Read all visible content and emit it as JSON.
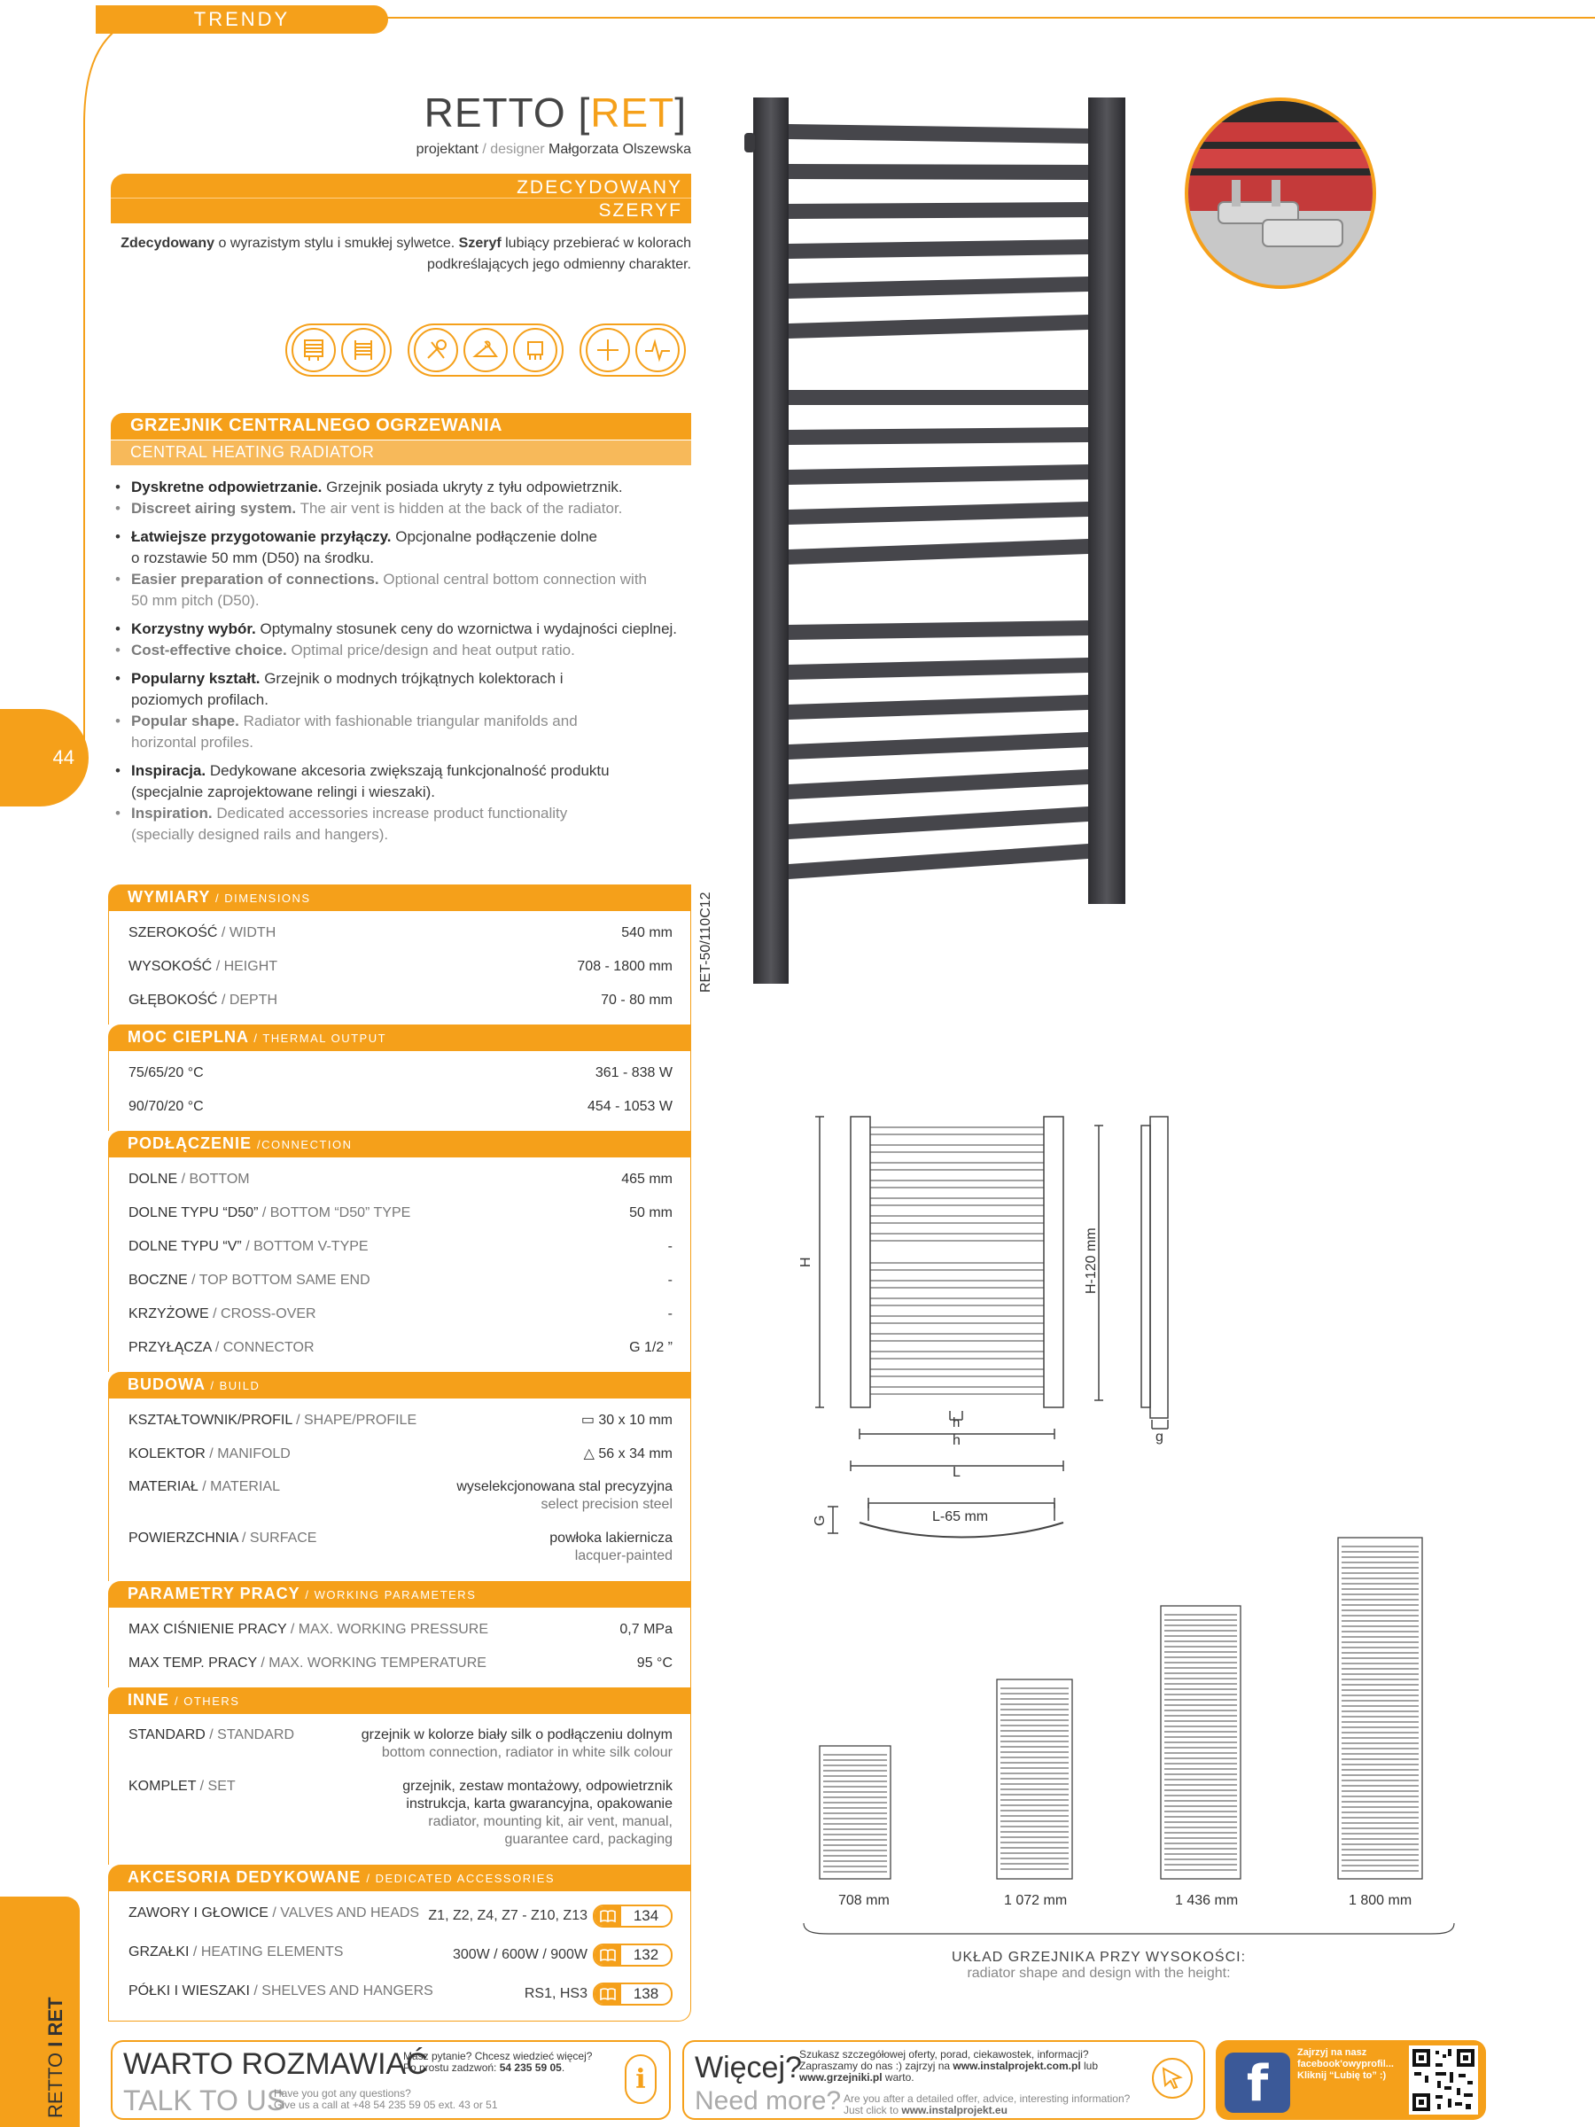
{
  "header": {
    "tab": "TRENDY"
  },
  "product": {
    "title_main": "RETTO [",
    "title_code": "RET",
    "title_end": "]",
    "designer_prefix": "projektant",
    "designer_en": "/ designer",
    "designer_name": "Małgorzata Olszewska",
    "style_1": "ZDECYDOWANY",
    "style_2": "SZERYF",
    "intro_b1": "Zdecydowany",
    "intro_t1": " o wyrazistym stylu i smukłej sylwetce. ",
    "intro_b2": "Szeryf",
    "intro_t2": " lubiący przebierać w kolorach podkreślających jego odmienny charakter."
  },
  "heating": {
    "title_pl": "GRZEJNIK CENTRALNEGO OGRZEWANIA",
    "title_en": "CENTRAL HEATING RADIATOR"
  },
  "features": [
    {
      "pl_b": "Dyskretne odpowietrzanie.",
      "pl": " Grzejnik posiada ukryty z tyłu odpowietrznik.",
      "en_b": "Discreet airing system.",
      "en": " The air vent is hidden at the back of the radiator."
    },
    {
      "pl_b": "Łatwiejsze przygotowanie przyłączy.",
      "pl": " Opcjonalne podłączenie dolne o rozstawie 50 mm (D50) na środku.",
      "en_b": "Easier preparation of connections.",
      "en": " Optional central bottom connection with 50 mm pitch (D50)."
    },
    {
      "pl_b": "Korzystny wybór.",
      "pl": " Optymalny stosunek ceny do wzornictwa i wydajności cieplnej.",
      "en_b": "Cost-effective choice.",
      "en": " Optimal price/design and heat output ratio."
    },
    {
      "pl_b": "Popularny kształt.",
      "pl": " Grzejnik o modnych trójkątnych kolektorach i poziomych profilach.",
      "en_b": "Popular shape.",
      "en": " Radiator with fashionable triangular manifolds and horizontal profiles."
    },
    {
      "pl_b": "Inspiracja.",
      "pl": " Dedykowane akcesoria zwiększają funkcjonalność produktu (specjalnie zaprojektowane relingi i wieszaki).",
      "en_b": "Inspiration.",
      "en": " Dedicated accessories increase product functionality (specially designed rails and hangers)."
    }
  ],
  "page_number": "44",
  "code": "RET-50/110C12",
  "spec": {
    "dimensions": {
      "title": "WYMIARY",
      "sub": "/ DIMENSIONS",
      "rows": [
        {
          "k": "SZEROKOŚĆ",
          "e": "/ WIDTH",
          "v": "540 mm"
        },
        {
          "k": "WYSOKOŚĆ",
          "e": "/ HEIGHT",
          "v": "708 - 1800 mm"
        },
        {
          "k": "GŁĘBOKOŚĆ",
          "e": "/ DEPTH",
          "v": "70 - 80 mm"
        }
      ]
    },
    "thermal": {
      "title": "MOC CIEPLNA",
      "sub": "/ THERMAL OUTPUT",
      "rows": [
        {
          "k": "75/65/20 °C",
          "e": "",
          "v": "361 - 838 W"
        },
        {
          "k": "90/70/20 °C",
          "e": "",
          "v": "454 - 1053 W"
        }
      ]
    },
    "connection": {
      "title": "PODŁĄCZENIE",
      "sub": "/CONNECTION",
      "rows": [
        {
          "k": "DOLNE",
          "e": "/ BOTTOM",
          "v": "465 mm"
        },
        {
          "k": "DOLNE TYPU “D50”",
          "e": "/ BOTTOM “D50” TYPE",
          "v": "50 mm"
        },
        {
          "k": "DOLNE TYPU “V”",
          "e": "/ BOTTOM V-TYPE",
          "v": "-"
        },
        {
          "k": "BOCZNE",
          "e": "/ TOP BOTTOM SAME END",
          "v": "-"
        },
        {
          "k": "KRZYŻOWE",
          "e": "/ CROSS-OVER",
          "v": "-"
        },
        {
          "k": "PRZYŁĄCZA",
          "e": "/ CONNECTOR",
          "v": "G 1/2 ”"
        }
      ]
    },
    "build": {
      "title": "BUDOWA",
      "sub": "/ BUILD",
      "rows": [
        {
          "k": "KSZTAŁTOWNIK/PROFIL",
          "e": "/ SHAPE/PROFILE",
          "v": "30 x 10 mm",
          "sym": "▭"
        },
        {
          "k": "KOLEKTOR",
          "e": "/ MANIFOLD",
          "v": "56 x 34 mm",
          "sym": "△"
        },
        {
          "k": "MATERIAŁ",
          "e": "/ MATERIAL",
          "v": "wyselekcjonowana stal precyzyjna",
          "v2": "select precision steel"
        },
        {
          "k": "POWIERZCHNIA",
          "e": "/ SURFACE",
          "v": "powłoka lakiernicza",
          "v2": "lacquer-painted"
        }
      ]
    },
    "working": {
      "title": "PARAMETRY PRACY",
      "sub": "/ WORKING PARAMETERS",
      "rows": [
        {
          "k": "MAX CIŚNIENIE PRACY",
          "e": "/ MAX. WORKING PRESSURE",
          "v": "0,7 MPa"
        },
        {
          "k": "MAX TEMP. PRACY",
          "e": "/ MAX. WORKING TEMPERATURE",
          "v": "95 °C"
        }
      ]
    },
    "others": {
      "title": "INNE",
      "sub": "/ OTHERS",
      "rows": [
        {
          "k": "STANDARD",
          "e": "/ STANDARD",
          "v": "grzejnik w kolorze biały silk o podłączeniu dolnym",
          "v2": "bottom connection, radiator in white silk colour"
        },
        {
          "k": "KOMPLET",
          "e": "/ SET",
          "v": "grzejnik, zestaw montażowy, odpowietrznik instrukcja, karta gwarancyjna, opakowanie",
          "v2": "radiator, mounting kit, air vent, manual, guarantee card, packaging"
        }
      ]
    },
    "accessories": {
      "title": "AKCESORIA DEDYKOWANE",
      "sub": "/ DEDICATED ACCESSORIES",
      "rows": [
        {
          "k": "ZAWORY I GŁOWICE",
          "e": "/ VALVES AND HEADS",
          "v": "Z1, Z2, Z4, Z7 - Z10, Z13",
          "page": "134"
        },
        {
          "k": "GRZAŁKI",
          "e": "/ HEATING ELEMENTS",
          "v": "300W / 600W / 900W",
          "page": "132"
        },
        {
          "k": "PÓŁKI I WIESZAKI",
          "e": "/ SHELVES AND HANGERS",
          "v": "RS1, HS3",
          "page": "138"
        }
      ]
    }
  },
  "drawing": {
    "H": "H",
    "H120": "H-120 mm",
    "h_small": "h",
    "h": "h",
    "L": "L",
    "g": "g",
    "L65": "L-65 mm",
    "G": "G"
  },
  "heights": {
    "labels": [
      "708 mm",
      "1 072 mm",
      "1 436 mm",
      "1 800 mm"
    ],
    "caption_pl": "UKŁAD GRZEJNIKA PRZY WYSOKOŚCI:",
    "caption_en": "radiator shape and design with the height:"
  },
  "footer": {
    "talk_pl": "WARTO ROZMAWIAĆ",
    "talk_en": "TALK TO US",
    "talk_q1": "Masz pytanie? Chcesz wiedzieć więcej?",
    "talk_q2a": "Po prostu zadzwoń: ",
    "talk_phone": "54 235 59 05",
    "talk_q2b": ".",
    "talk_q3": "Have you got any questions?",
    "talk_q4": "Give us a call at +48 54 235 59 05 ext. 43 or 51",
    "more_pl": "Więcej?",
    "more_en": "Need more?",
    "more_1": "Szukasz szczegółowej oferty, porad, ciekawostek, informacji?",
    "more_2a": "Zapraszamy do nas :) zajrzyj na ",
    "more_2b": "www.instalprojekt.com.pl",
    "more_2c": " lub",
    "more_3a": "www.grzejniki.pl",
    "more_3b": " warto.",
    "more_4": "Are you after a detailed offer, advice, interesting information?",
    "more_5a": "Just click to ",
    "more_5b": "www.instalprojekt.eu",
    "fb_1": "Zajrzyj na nasz",
    "fb_2": "facebook'owyprofil...",
    "fb_3": "Kliknij “Lubię to” :)"
  },
  "side_label": {
    "a": "RETTO",
    "b": "RET"
  },
  "colors": {
    "accent": "#f5a01a",
    "radiator": "#3e3e42"
  }
}
